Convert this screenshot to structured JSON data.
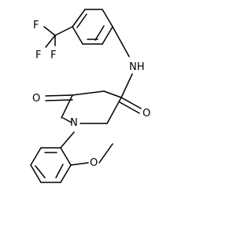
{
  "atoms": {
    "F1": "F",
    "F2": "F",
    "F3": "F",
    "NH": "NH",
    "O_amide": "O",
    "O_lactam": "O",
    "N_ring": "N",
    "O_methoxy": "O"
  },
  "colors": {
    "bond": "#000000",
    "label": "#000000",
    "background": "#ffffff"
  }
}
